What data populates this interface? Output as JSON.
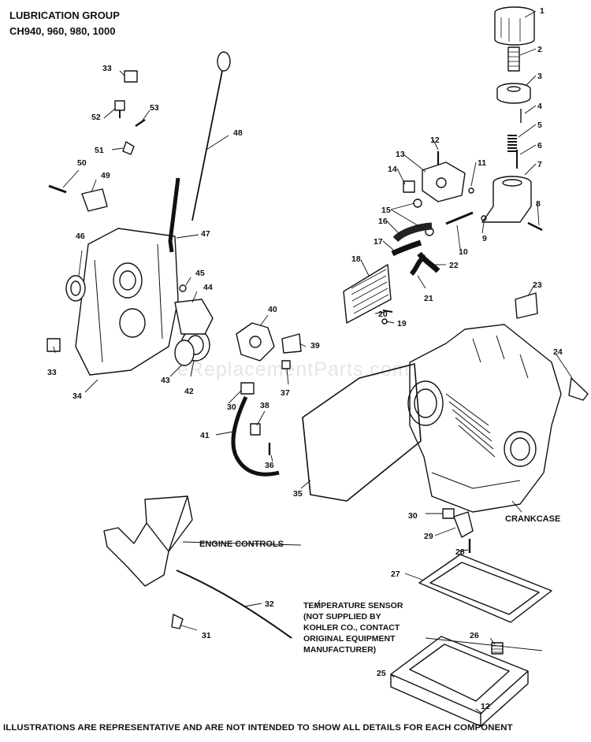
{
  "header": {
    "title": "LUBRICATION GROUP",
    "models": "CH940, 960, 980, 1000"
  },
  "watermark": "eReplacementParts.com",
  "labels": {
    "engine_controls": "ENGINE CONTROLS",
    "crankcase": "CRANKCASE",
    "temp_sensor": [
      "TEMPERATURE SENSOR",
      "(NOT SUPPLIED BY",
      "KOHLER CO., CONTACT",
      "ORIGINAL EQUIPMENT",
      "MANUFACTURER)"
    ]
  },
  "callouts": [
    "1",
    "2",
    "3",
    "4",
    "5",
    "6",
    "7",
    "8",
    "9",
    "10",
    "11",
    "12",
    "13",
    "14",
    "15",
    "16",
    "17",
    "18",
    "19",
    "20",
    "21",
    "22",
    "23",
    "24",
    "25",
    "26",
    "27",
    "28",
    "29",
    "30",
    "31",
    "32",
    "33",
    "34",
    "35",
    "36",
    "37",
    "38",
    "39",
    "40",
    "41",
    "42",
    "43",
    "44",
    "45",
    "46",
    "47",
    "48",
    "49",
    "50",
    "51",
    "52",
    "53"
  ],
  "footer": "ILLUSTRATIONS ARE REPRESENTATIVE AND ARE NOT INTENDED TO SHOW ALL DETAILS FOR EACH COMPONENT"
}
